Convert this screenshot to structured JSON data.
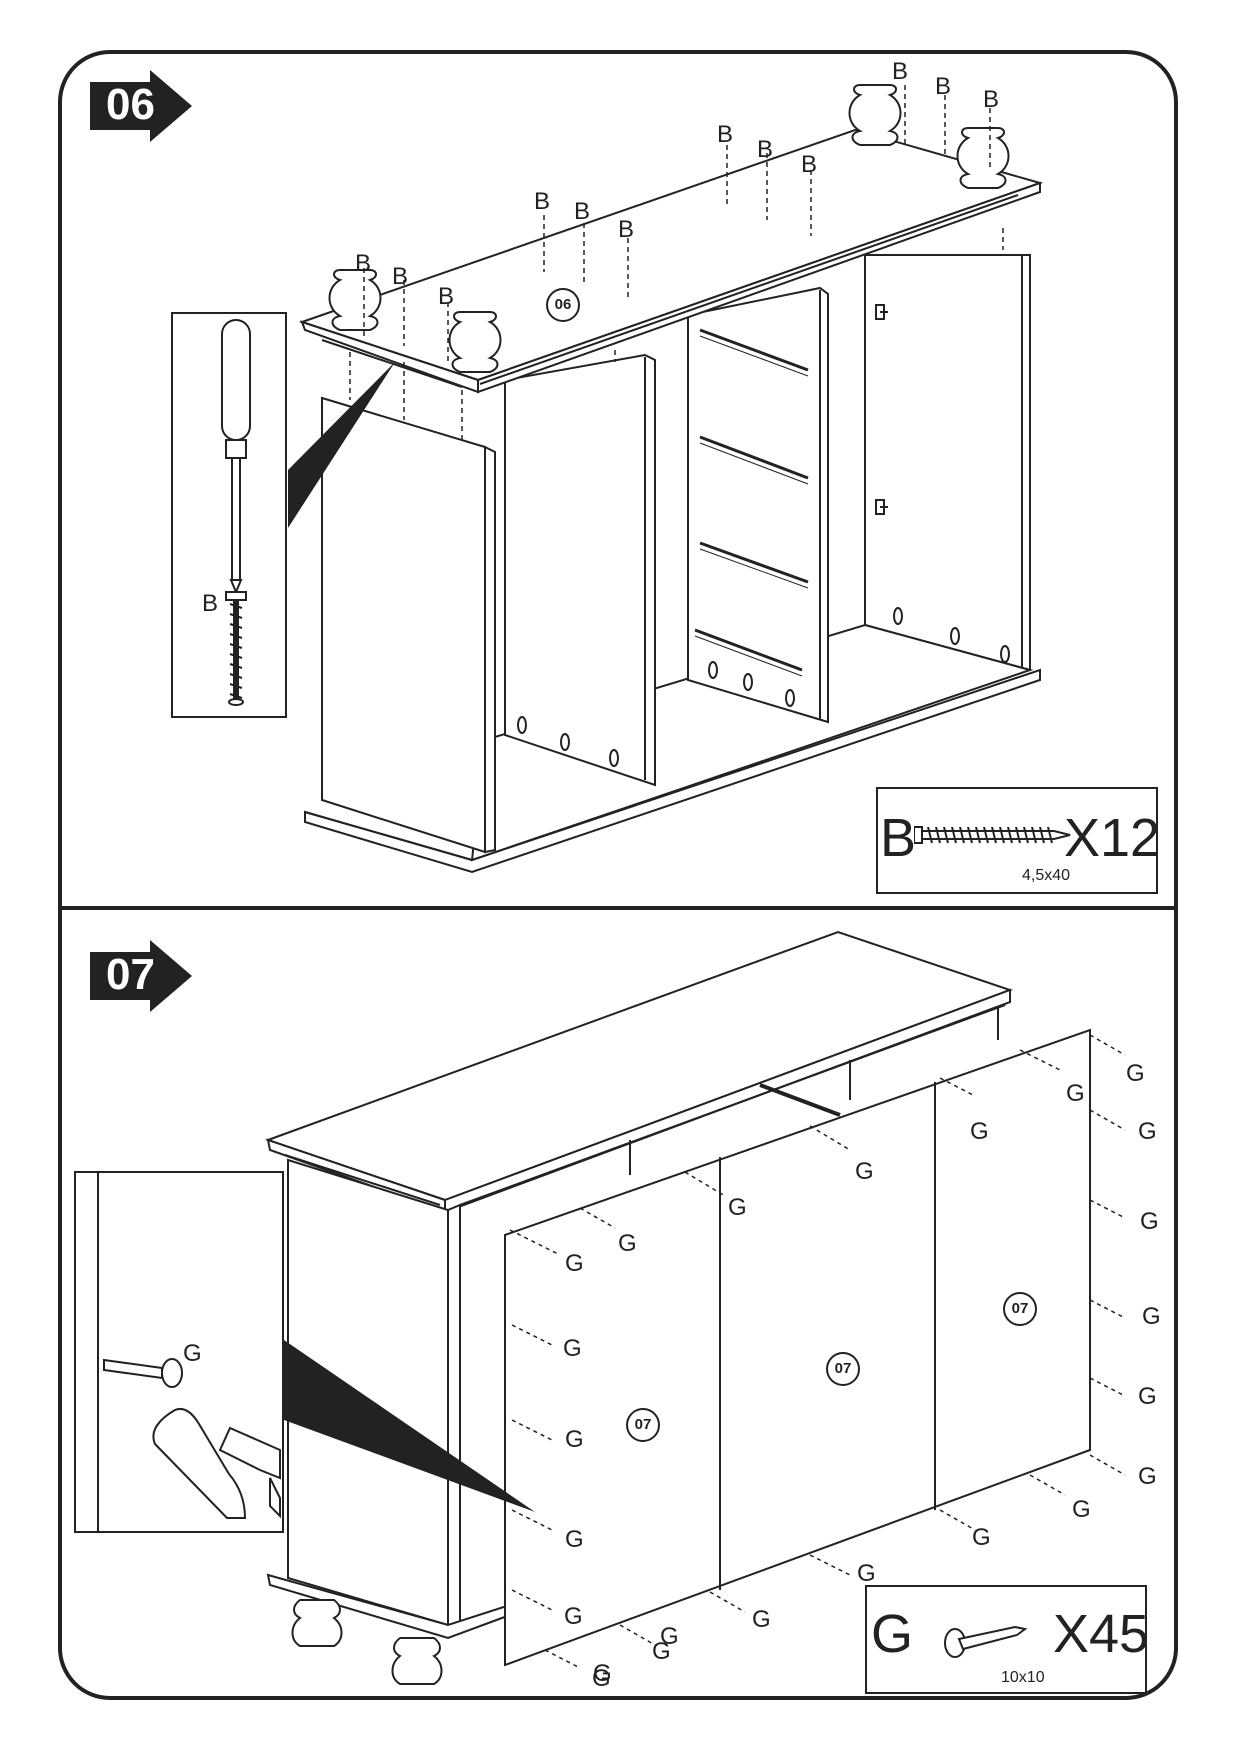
{
  "steps": [
    {
      "number": "06",
      "part_label": "06",
      "hardware": {
        "letter": "B",
        "quantity": "X12",
        "size": "4,5x40"
      },
      "inset_label": "B",
      "callout_letter": "B"
    },
    {
      "number": "07",
      "part_label": "07",
      "hardware": {
        "letter": "G",
        "quantity": "X45",
        "size": "10x10"
      },
      "inset_label": "G",
      "callout_letter": "G"
    }
  ]
}
